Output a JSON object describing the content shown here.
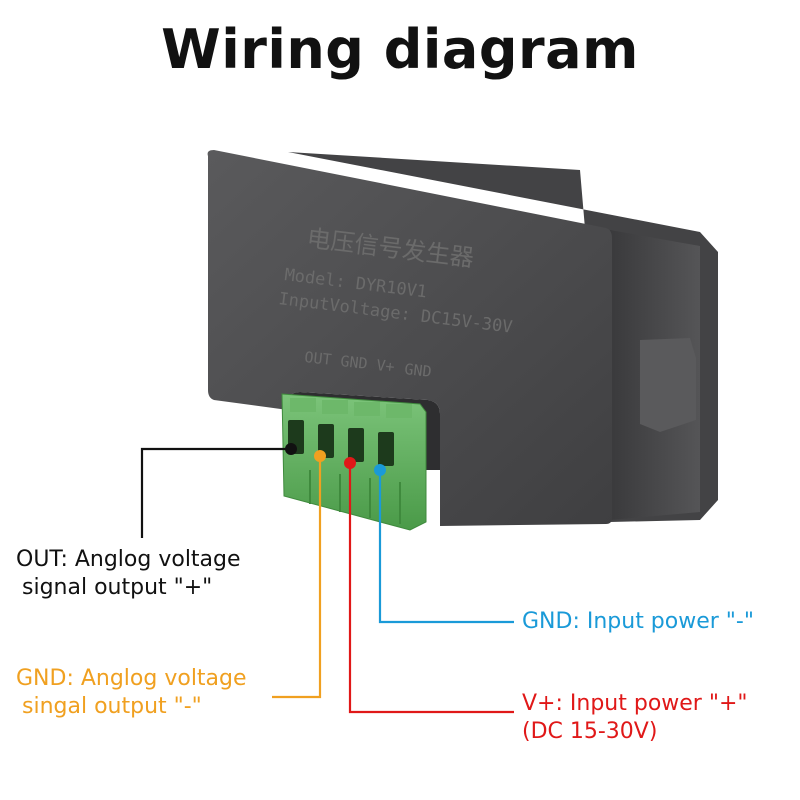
{
  "title": "Wiring diagram",
  "device": {
    "name_cn": "电压信号发生器",
    "model": "Model: DYR10V1",
    "input_voltage": "InputVoltage: DC15V-30V",
    "terminal_labels": [
      "OUT",
      "GND",
      "V+",
      "GND"
    ]
  },
  "labels": {
    "out": {
      "line1": "OUT: Anglog voltage",
      "line2": "signal output \"+\""
    },
    "gnd_signal": {
      "line1": "GND: Anglog voltage",
      "line2": "singal output \"-\""
    },
    "gnd_input": {
      "line1": "GND: Input power \"-\""
    },
    "vplus": {
      "line1": "V+:  Input power \"+\"",
      "line2": "(DC 15-30V)"
    }
  },
  "colors": {
    "out": "#111111",
    "gnd_signal": "#f0a020",
    "vplus": "#e01818",
    "gnd_input": "#1a9ad8",
    "terminal_green": "#5fae5c",
    "housing": "#4e4e50"
  }
}
